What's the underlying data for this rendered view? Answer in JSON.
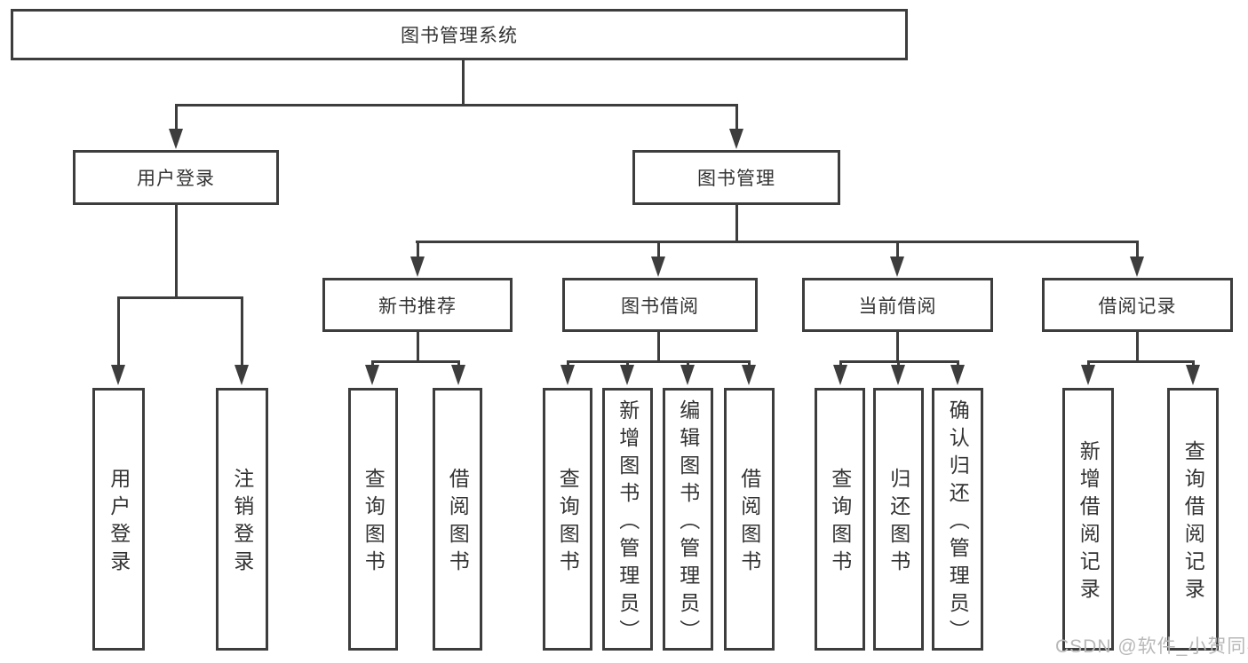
{
  "diagram": {
    "type": "org-chart",
    "colors": {
      "line": "#3d3d3d",
      "border": "#3d3d3d",
      "text": "#333333",
      "watermark": "#b8b8b8",
      "background": "#ffffff"
    },
    "icons": {
      "connector_arrow": "triangle-down"
    }
  },
  "tree": {
    "root": "图书管理系统",
    "login": {
      "label": "用户登录",
      "leaves": [
        "用户登录",
        "注销登录"
      ]
    },
    "mgmt": {
      "label": "图书管理"
    },
    "newbook": {
      "label": "新书推荐",
      "leaves": [
        "查询图书",
        "借阅图书"
      ]
    },
    "borrow": {
      "label": "图书借阅",
      "leaves": [
        "查询图书",
        "新增图书（管理员）",
        "编辑图书（管理员）",
        "借阅图书"
      ]
    },
    "current": {
      "label": "当前借阅",
      "leaves": [
        "查询图书",
        "归还图书",
        "确认归还（管理员）"
      ]
    },
    "records": {
      "label": "借阅记录",
      "leaves": [
        "新增借阅记录",
        "查询借阅记录"
      ]
    }
  },
  "watermark": {
    "text": "CSDN @软件_小贺同学"
  }
}
